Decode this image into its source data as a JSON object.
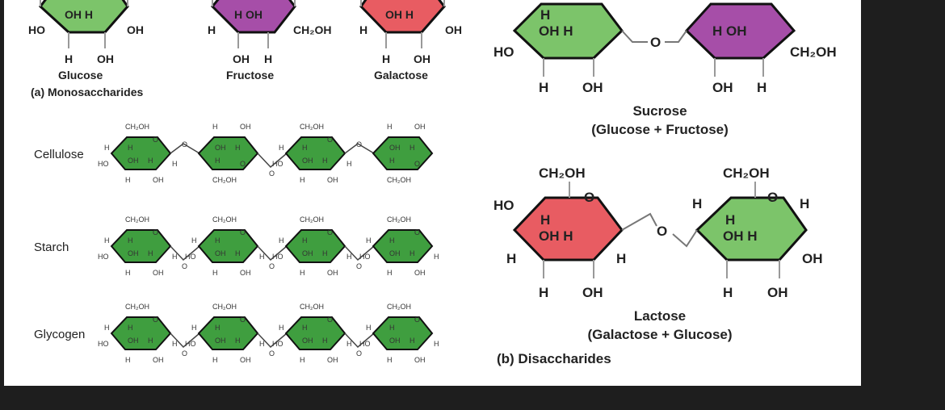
{
  "colors": {
    "glucose": "#7cc46a",
    "fructose": "#a64ea8",
    "galactose": "#e85c62",
    "polymer": "#3f9e3f",
    "frame": "#1e1e1e"
  },
  "mono": {
    "title": "(a) Monosaccharides",
    "glucose": {
      "name": "Glucose",
      "inside": "OH  H",
      "left": "HO",
      "right": "OH",
      "b1": "H",
      "b2": "OH"
    },
    "fructose": {
      "name": "Fructose",
      "inside": "H  OH",
      "left": "H",
      "right": "CH₂OH",
      "b1": "OH",
      "b2": "H"
    },
    "galactose": {
      "name": "Galactose",
      "inside": "OH  H",
      "left": "H",
      "right": "OH",
      "b1": "H",
      "b2": "OH"
    }
  },
  "poly": {
    "rows": [
      {
        "label": "Cellulose"
      },
      {
        "label": "Starch"
      },
      {
        "label": "Glycogen"
      }
    ],
    "atoms": {
      "ch2oh": "CH₂OH",
      "o": "O",
      "h": "H",
      "oh": "OH",
      "ho": "HO"
    }
  },
  "di": {
    "title": "(b) Disaccharides",
    "sucrose": {
      "name": "Sucrose",
      "sub": "(Glucose + Fructose)",
      "g_h": "H",
      "g_inside": "OH  H",
      "g_left": "HO",
      "g_b1": "H",
      "g_b2": "OH",
      "link": "O",
      "f_inside": "H  OH",
      "f_right": "CH₂OH",
      "f_b1": "OH",
      "f_b2": "H"
    },
    "lactose": {
      "name": "Lactose",
      "sub": "(Galactose + Glucose)",
      "a_top": "CH₂OH",
      "a_o": "O",
      "a_left": "HO",
      "a_h": "H",
      "a_inside": "OH  H",
      "a_lh": "H",
      "a_rh": "H",
      "a_b1": "H",
      "a_b2": "OH",
      "link": "O",
      "c_top": "CH₂OH",
      "c_o": "O",
      "c_lh": "H",
      "c_rh": "H",
      "c_h": "H",
      "c_inside": "OH  H",
      "c_right": "OH",
      "c_b1": "H",
      "c_b2": "OH"
    }
  }
}
